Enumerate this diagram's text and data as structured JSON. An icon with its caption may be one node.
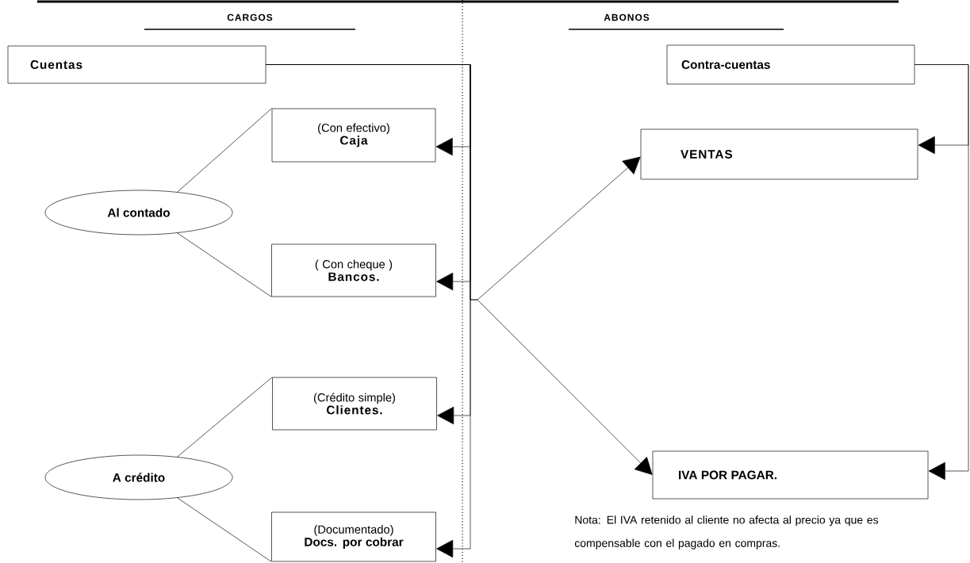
{
  "diagram": {
    "nodes": [
      {
        "text": [
          "Cuentas"
        ]
      },
      {
        "text": [
          "Contra-cuentas"
        ]
      },
      {
        "text": [
          "Al contado"
        ]
      },
      {
        "text": [
          "(Con efectivo)",
          "Caja"
        ]
      },
      {
        "text": [
          "( Con cheque )",
          "Bancos."
        ]
      },
      {
        "text": [
          "VENTAS"
        ]
      },
      {
        "text": [
          "A crédito"
        ]
      },
      {
        "text": [
          "(Crédito simple)",
          "Clientes."
        ]
      },
      {
        "text": [
          "IVA POR PAGAR."
        ]
      },
      {
        "text": [
          "(Documentado)",
          "Docs. por cobrar"
        ]
      }
    ],
    "edges": [
      {
        "from": 0,
        "to": 3,
        "arrow": "to"
      },
      {
        "from": 0,
        "to": 4,
        "arrow": "to"
      },
      {
        "from": 0,
        "to": 7,
        "arrow": "to"
      },
      {
        "from": 0,
        "to": 9,
        "arrow": "to"
      },
      {
        "from": 0,
        "to": 5,
        "arrow": "to"
      },
      {
        "from": 0,
        "to": 8,
        "arrow": "to"
      },
      {
        "from": 1,
        "to": 5,
        "arrow": "to"
      },
      {
        "from": 1,
        "to": 8,
        "arrow": "to"
      },
      {
        "from": 2,
        "to": 3,
        "arrow": "none"
      },
      {
        "from": 2,
        "to": 4,
        "arrow": "none"
      },
      {
        "from": 6,
        "to": 7,
        "arrow": "none"
      },
      {
        "from": 6,
        "to": 9,
        "arrow": "none"
      }
    ],
    "labels": [
      "CARGOS",
      "ABONOS",
      "Nota: El IVA retenido al cliente no afecta al precio ya que es compensable con el pagado en compras."
    ]
  }
}
